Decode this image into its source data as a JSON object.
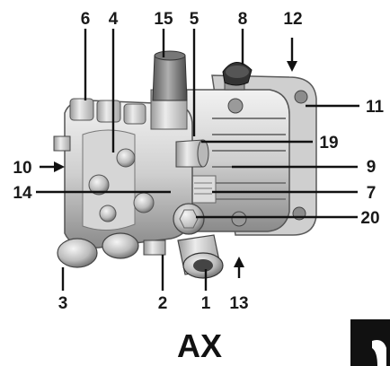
{
  "diagram": {
    "title": "AX",
    "labels": {
      "l1": "1",
      "l2": "2",
      "l3": "3",
      "l4": "4",
      "l5": "5",
      "l6": "6",
      "l7": "7",
      "l8": "8",
      "l9": "9",
      "l10": "10",
      "l11": "11",
      "l12": "12",
      "l13": "13",
      "l14": "14",
      "l15": "15",
      "l19": "19",
      "l20": "20"
    },
    "colors": {
      "text": "#1a1a1a",
      "metal_light": "#e6e6e6",
      "metal_mid": "#bdbdbd",
      "metal_dark": "#6e6e6e",
      "knob_dark": "#3a3a3a",
      "corner_tab": "#111111"
    }
  }
}
